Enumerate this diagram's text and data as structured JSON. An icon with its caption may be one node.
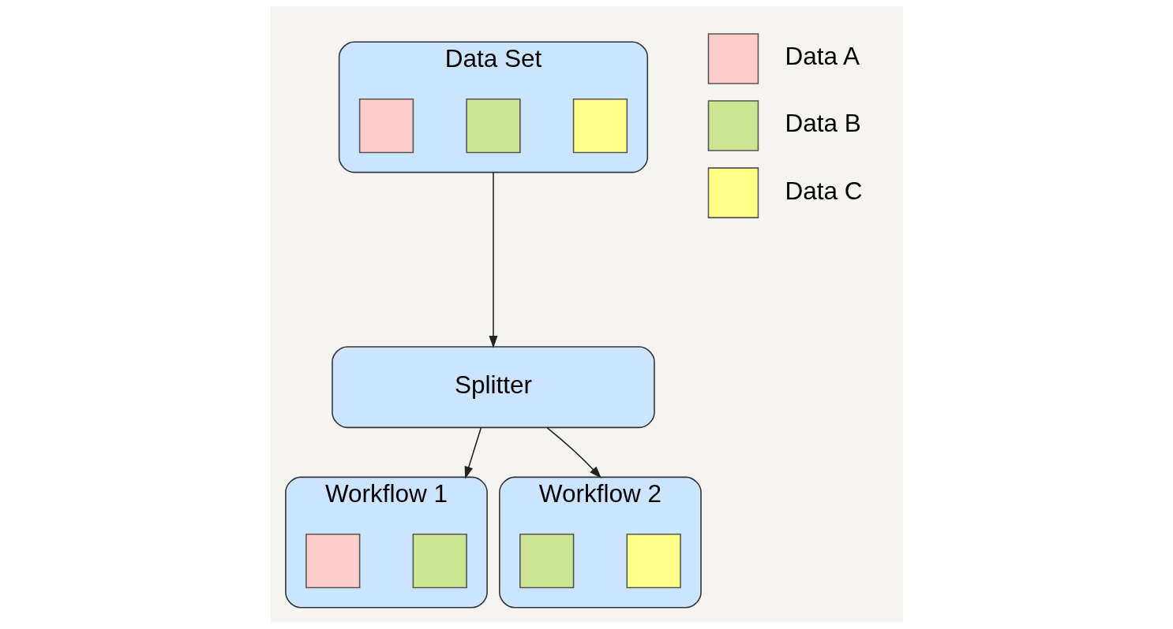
{
  "diagram": {
    "nodes": [
      {
        "text": [
          "Data Set"
        ]
      },
      {
        "text": [],
        "shape": "box",
        "in": 0
      },
      {
        "text": [],
        "shape": "box",
        "in": 0
      },
      {
        "text": [],
        "shape": "box",
        "in": 0
      },
      {
        "text": [
          "Splitter"
        ]
      },
      {
        "text": [
          "Workflow 1"
        ]
      },
      {
        "text": [],
        "shape": "box",
        "in": 5
      },
      {
        "text": [],
        "shape": "box",
        "in": 5
      },
      {
        "text": [
          "Workflow 2"
        ]
      },
      {
        "text": [],
        "shape": "box",
        "in": 8
      },
      {
        "text": [],
        "shape": "box",
        "in": 8
      }
    ],
    "edges": [
      {
        "from": 0,
        "to": 4,
        "arrow": "to"
      },
      {
        "from": 4,
        "to": 5,
        "arrow": "to"
      },
      {
        "from": 4,
        "to": 8,
        "arrow": "to"
      }
    ],
    "legend": [
      {
        "text": "Data A",
        "color": "#ffcccc"
      },
      {
        "text": "Data B",
        "color": "#cde592"
      },
      {
        "text": "Data C",
        "color": "#ffff88"
      }
    ]
  }
}
